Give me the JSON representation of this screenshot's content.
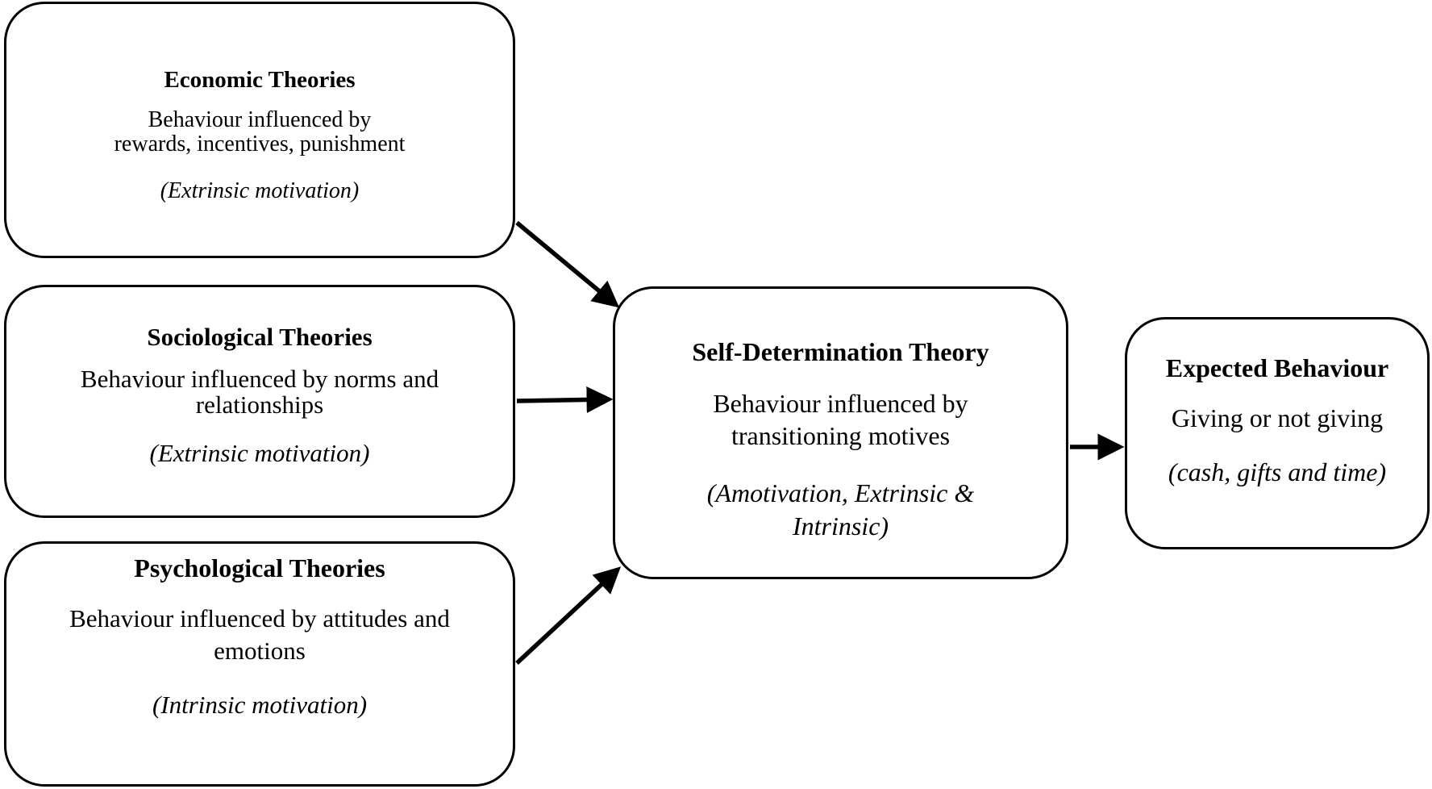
{
  "economic": {
    "title": "Economic Theories",
    "body_line1": "Behaviour influenced by",
    "body_line2": "rewards, incentives, punishment",
    "note": "(Extrinsic motivation)"
  },
  "sociological": {
    "title": "Sociological Theories",
    "body_line1": "Behaviour influenced by norms and",
    "body_line2": "relationships",
    "note": "(Extrinsic motivation)"
  },
  "psychological": {
    "title": "Psychological Theories",
    "body_line1": "Behaviour influenced by attitudes and",
    "body_line2": "emotions",
    "note": "(Intrinsic motivation)"
  },
  "sdt": {
    "title": "Self-Determination Theory",
    "body_line1": "Behaviour influenced by",
    "body_line2": "transitioning motives",
    "note_line1": "(Amotivation, Extrinsic &",
    "note_line2": "Intrinsic)"
  },
  "expected": {
    "title": "Expected Behaviour",
    "body": "Giving or not giving",
    "note": "(cash, gifts and time)"
  }
}
